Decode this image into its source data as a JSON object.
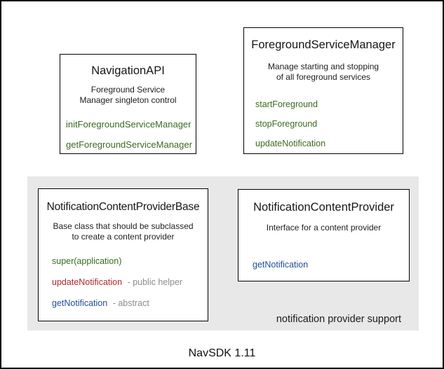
{
  "colors": {
    "method_green": "#3a6b1f",
    "method_red": "#b02a30",
    "method_blue": "#1f4e9e",
    "note_gray": "#8c8c8c",
    "region_bg": "#e8e8e8",
    "border": "#000000"
  },
  "boxes": {
    "navigation_api": {
      "title": "NavigationAPI",
      "desc_line1": "Foreground Service",
      "desc_line2": "Manager singleton control",
      "methods": [
        {
          "label": "initForegroundServiceManager",
          "note": ""
        },
        {
          "label": "getForegroundServiceManager",
          "note": ""
        }
      ]
    },
    "foreground_service_manager": {
      "title": "ForegroundServiceManager",
      "desc_line1": "Manage starting and stopping",
      "desc_line2": "of all foreground services",
      "methods": [
        {
          "label": "startForeground",
          "note": ""
        },
        {
          "label": "stopForeground",
          "note": ""
        },
        {
          "label": "updateNotification",
          "note": ""
        }
      ]
    },
    "notification_content_provider_base": {
      "title": "NotificationContentProviderBase",
      "desc_line1": "Base class that should be subclassed",
      "desc_line2": "to create a content provider",
      "methods": [
        {
          "label": "super(application)",
          "note": ""
        },
        {
          "label": "updateNotification",
          "note": "- public helper"
        },
        {
          "label": "getNotification",
          "note": "- abstract"
        }
      ]
    },
    "notification_content_provider": {
      "title": "NotificationContentProvider",
      "desc_line1": "Interface for a content provider",
      "methods": [
        {
          "label": "getNotification",
          "note": ""
        }
      ]
    }
  },
  "region": {
    "label": "notification provider support"
  },
  "footer": {
    "label": "NavSDK 1.11"
  }
}
